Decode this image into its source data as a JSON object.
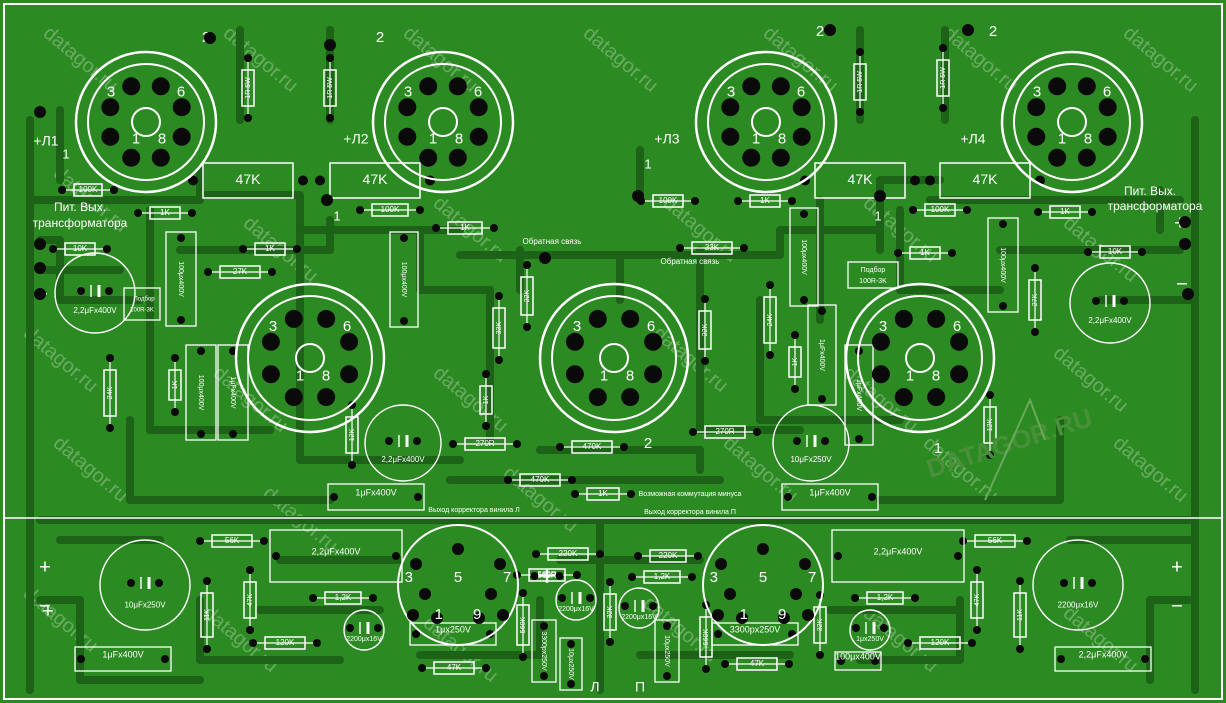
{
  "colors": {
    "board": "#2c8a22",
    "trace": "#1d6317",
    "silk": "#ffffff",
    "pad": "#0a0a0a",
    "watermark": "#ffffff"
  },
  "watermark_text": "datagor.ru",
  "logo_text": "DATAGOR.RU",
  "octal_sockets": [
    {
      "name": "octal-socket-l1",
      "pins": [
        "3",
        "6",
        "1",
        "8"
      ],
      "ref": "2"
    },
    {
      "name": "octal-socket-l2",
      "pins": [
        "3",
        "6",
        "1",
        "8"
      ],
      "ref": "2"
    },
    {
      "name": "octal-socket-l3",
      "pins": [
        "3",
        "6",
        "1",
        "8"
      ],
      "ref": "2"
    },
    {
      "name": "octal-socket-l4",
      "pins": [
        "3",
        "6",
        "1",
        "8"
      ],
      "ref": "2"
    },
    {
      "name": "octal-socket-driver-left",
      "pins": [
        "3",
        "6",
        "1",
        "8"
      ],
      "ref": ""
    },
    {
      "name": "octal-socket-driver-center",
      "pins": [
        "3",
        "6",
        "1",
        "8"
      ],
      "ref": "2"
    },
    {
      "name": "octal-socket-driver-right",
      "pins": [
        "3",
        "6",
        "1",
        "8"
      ],
      "ref": "1"
    }
  ],
  "noval_sockets": [
    {
      "name": "noval-socket-left",
      "pins": [
        "3",
        "5",
        "7",
        "1",
        "9"
      ]
    },
    {
      "name": "noval-socket-right",
      "pins": [
        "3",
        "5",
        "7",
        "1",
        "9"
      ]
    }
  ],
  "tube_labels": [
    "+Л1",
    "+Л2",
    "+Л3",
    "+Л4",
    "1",
    "1",
    "1",
    "1"
  ],
  "resistor_labels": [
    "47K",
    "47K",
    "47K",
    "47K",
    "1R 5W",
    "1R 5W",
    "1R 5W",
    "1R 5W",
    "100K",
    "100K",
    "100K",
    "100K",
    "1K",
    "1K",
    "1K",
    "1K",
    "1K",
    "1K",
    "10K",
    "10K",
    "27K",
    "27K",
    "24K",
    "24K",
    "1K",
    "1K",
    "33K",
    "33K",
    "22K",
    "22K",
    "12K",
    "12K",
    "270R",
    "270R",
    "470K",
    "470K",
    "1K",
    "1K",
    "56K",
    "56K",
    "220K",
    "220K",
    "560R",
    "1,2K",
    "1,2K",
    "1,2K",
    "11K",
    "11K",
    "47K",
    "47K",
    "120K",
    "120K",
    "560K",
    "560K",
    "32K",
    "32K",
    "47K",
    "47K",
    "560R"
  ],
  "capacitor_labels": [
    "100μx400V",
    "100μx400V",
    "100μx400V",
    "100μx400V",
    "100μx400V",
    "1μFx400V",
    "1μFx400V",
    "1μFx400V",
    "1μFx400V",
    "1μFx400V",
    "1μFx400V",
    "2,2μFx400V",
    "2,2μFx400V",
    "2,2μFx400V",
    "2,2μFx400V",
    "2,2μFx400V",
    "2,2μFx400V",
    "10μFx250V",
    "10μFx250V",
    "2200μx16V",
    "2200μx16V",
    "2200μx16V",
    "2200μx16V",
    "1μx250V",
    "1μx250V",
    "3300px250V",
    "3300px250V",
    "10μx250V",
    "10μx250V"
  ],
  "annotations": {
    "pit_left_1": "Пит. Вых.",
    "pit_left_2": "трансформатора",
    "pit_right_1": "Пит. Вых.",
    "pit_right_2": "трансформатора",
    "fb_left": "Обратная связь",
    "fb_right": "Обратная связь",
    "podbor_left_1": "Подбор",
    "podbor_left_2": "100R-3K",
    "podbor_right_1": "Подбор",
    "podbor_right_2": "100R-3K",
    "vinyl_left": "Выход корректора винила Л",
    "vinyl_right": "Выход корректора винила П",
    "minus_comm": "Возможная коммутация минуса",
    "channel_l": "Л",
    "channel_r": "П",
    "plus": "+",
    "minus": "−"
  }
}
